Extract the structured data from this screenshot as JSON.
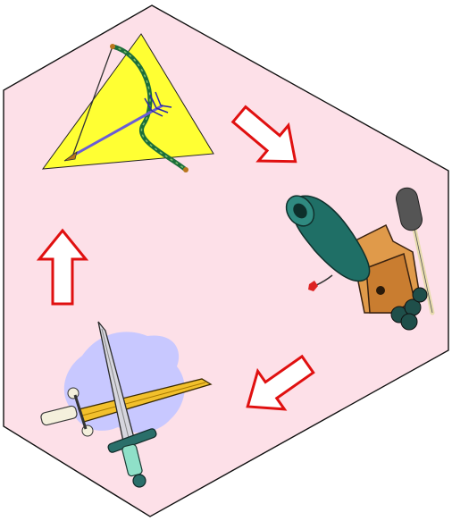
{
  "diagram": {
    "kind": "cycle",
    "colors": {
      "hexagon_fill": "#fde0e8",
      "hexagon_stroke": "#111111",
      "triangle_fill": "#ffff33",
      "arrow_fill": "#ffffff",
      "arrow_stroke": "#e01010",
      "splash_fill": "#c8c8ff"
    },
    "nodes": [
      {
        "id": "bow",
        "icon": "bow-and-arrow-icon"
      },
      {
        "id": "cannon",
        "icon": "cannon-icon"
      },
      {
        "id": "swords",
        "icon": "crossed-swords-icon"
      }
    ],
    "edges": [
      {
        "from": "bow",
        "to": "cannon",
        "icon": "arrow-down-right-icon"
      },
      {
        "from": "cannon",
        "to": "swords",
        "icon": "arrow-down-left-icon"
      },
      {
        "from": "swords",
        "to": "bow",
        "icon": "arrow-up-icon"
      }
    ]
  }
}
